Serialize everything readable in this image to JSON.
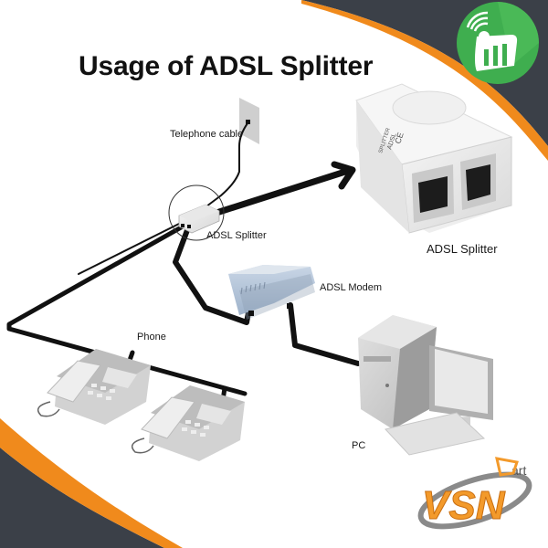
{
  "title": "Usage of ADSL Splitter",
  "labels": {
    "telephone_cable": "Telephone cable",
    "splitter_small": "ADSL Splitter",
    "splitter_large": "ADSL Splitter",
    "modem": "ADSL Modem",
    "phone": "Phone",
    "pc": "PC"
  },
  "device_print": {
    "splitter_face_text": [
      "SPLITTER",
      "ADSL",
      "CE"
    ]
  },
  "branding": {
    "top_badge_icon": "wifi-signal-bar-chart-icon",
    "logo_text": "VSN",
    "logo_suffix": "art",
    "colors": {
      "dark_band": "#3b4048",
      "orange": "#f08a1c",
      "badge_green": "#3fae4f",
      "logo_orange": "#f39a2b"
    }
  }
}
